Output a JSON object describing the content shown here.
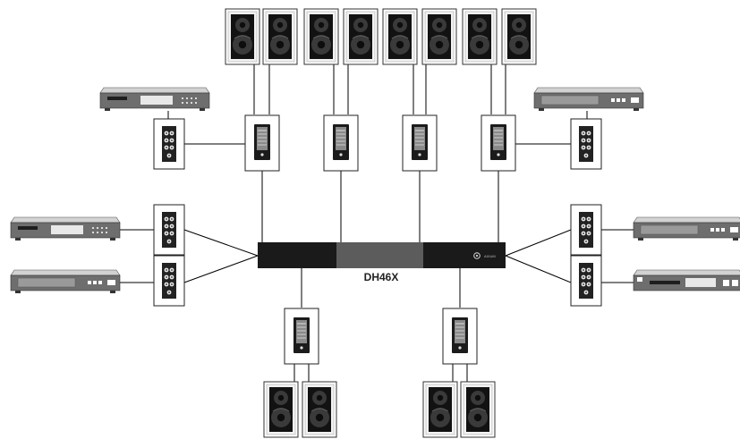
{
  "hub": {
    "label": "DH46X",
    "brand_mark": "AXIUM"
  },
  "components": {
    "speaker_count": 12,
    "keypad_count": 6,
    "input_panel_count": 6,
    "source_device_count": 6
  },
  "colors": {
    "hub_body": "#1a1a1a",
    "hub_display": "#5c5c5c",
    "wire": "#000000",
    "device_body": "#6b6b6b",
    "device_top": "#bcbcbc"
  }
}
